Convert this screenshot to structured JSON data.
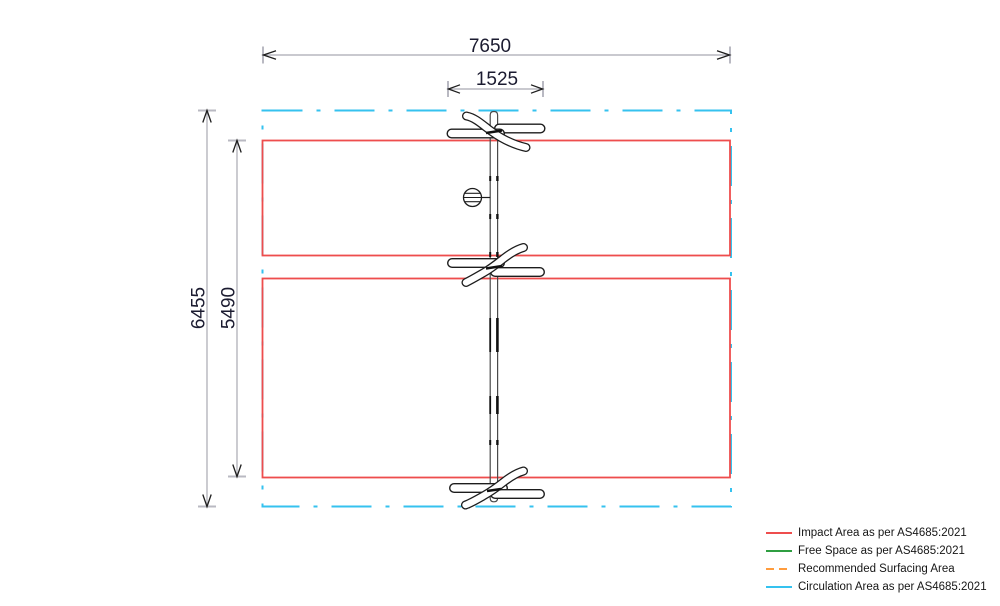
{
  "title": "Playground equipment plan view with safety areas",
  "dimensions": {
    "overall_width": "7650",
    "equipment_width": "1525",
    "overall_height": "6455",
    "impact_height": "5490"
  },
  "legend": {
    "items": [
      {
        "label": "Impact Area as per AS4685:2021",
        "color": "#ee4d4d",
        "style": "solid"
      },
      {
        "label": "Free Space as per AS4685:2021",
        "color": "#2f9e41",
        "style": "solid"
      },
      {
        "label": "Recommended Surfacing Area",
        "color": "#ff9c3d",
        "style": "dashed"
      },
      {
        "label": "Circulation Area as per AS4685:2021",
        "color": "#35c2ef",
        "style": "solid"
      }
    ]
  },
  "colors": {
    "impact_area": "#ee4d4d",
    "free_space": "#2f9e41",
    "recommended_surfacing": "#ff9c3d",
    "circulation_area": "#35c2ef",
    "dimension_line": "#a9a9b2",
    "dimension_text": "#1b1b30",
    "equipment_outline": "#1d1d1d"
  }
}
